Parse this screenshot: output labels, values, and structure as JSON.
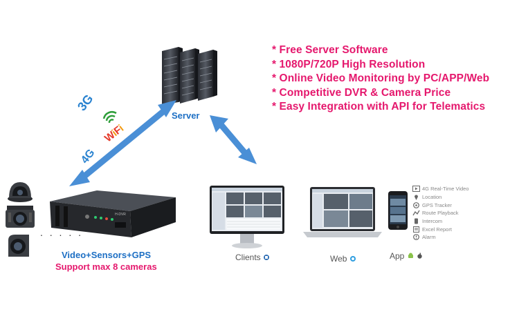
{
  "features": [
    "* Free Server Software",
    "* 1080P/720P High Resolution",
    "* Online Video Monitoring by PC/APP/Web",
    "* Competitive DVR & Camera Price",
    "* Easy Integration with API for Telematics"
  ],
  "server_label": "Server",
  "network": {
    "label_3g": "3G",
    "label_4g": "4G",
    "wifi_letters": [
      "W",
      "i",
      "F",
      "i"
    ]
  },
  "dvr_label": "H-DVR",
  "camera_dots": ". . . . .",
  "captions": {
    "video_sensors_gps": "Video+Sensors+GPS",
    "support": "Support max 8 cameras"
  },
  "clients": {
    "clients_label": "Clients",
    "web_label": "Web",
    "app_label": "App"
  },
  "app_features": [
    {
      "icon": "video-icon",
      "label": "4G Real-Time Video"
    },
    {
      "icon": "location-pin-icon",
      "label": "Location"
    },
    {
      "icon": "gps-tracker-icon",
      "label": "GPS Tracker"
    },
    {
      "icon": "route-playback-icon",
      "label": "Route Playback"
    },
    {
      "icon": "intercom-icon",
      "label": "Intercom"
    },
    {
      "icon": "excel-report-icon",
      "label": "Excel Report"
    },
    {
      "icon": "alarm-icon",
      "label": "Alarm"
    }
  ],
  "colors": {
    "feature_text": "#e5186d",
    "server_text": "#1d6fc4",
    "arrow": "#4a8fd6",
    "network_text": "#2a83d0",
    "wifi_green": "#2f9e3a",
    "wifi_red": "#e53a2a",
    "wifi_orange": "#f39c12"
  }
}
